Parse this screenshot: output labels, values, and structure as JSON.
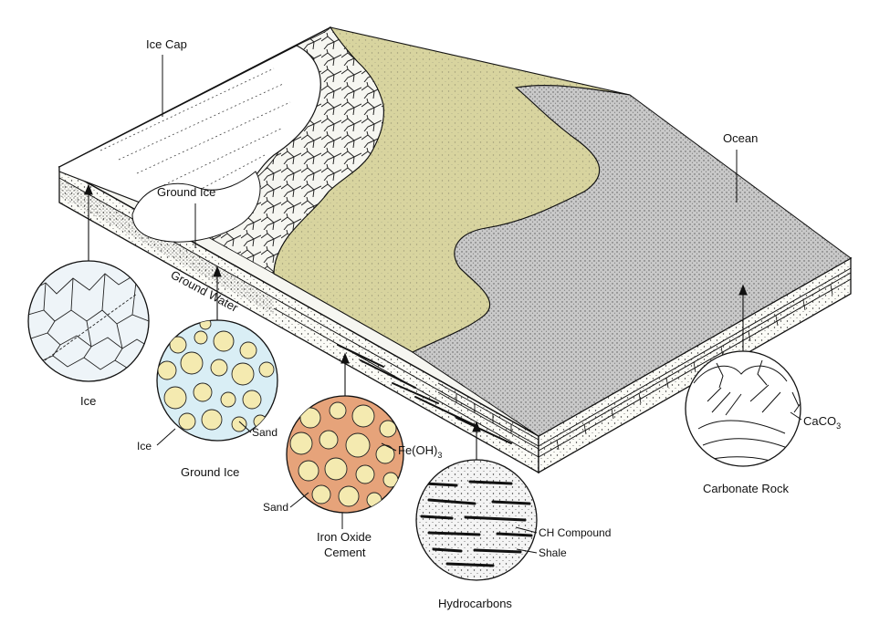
{
  "labels": {
    "ice_cap": "Ice Cap",
    "ocean": "Ocean",
    "ground_ice_block": "Ground Ice",
    "ground_water": "Ground Water",
    "ice_circle": "Ice",
    "ice_in_ground_ice": "Ice",
    "sand_in_ground_ice": "Sand",
    "ground_ice_circle": "Ground Ice",
    "fe_oh3_main": "Fe(OH)",
    "fe_oh3_sub": "3",
    "sand_iron": "Sand",
    "iron_oxide_line1": "Iron Oxide",
    "iron_oxide_line2": "Cement",
    "ch_compound": "CH Compound",
    "shale": "Shale",
    "hydrocarbons": "Hydrocarbons",
    "caco3_main": "CaCO",
    "caco3_sub": "3",
    "carbonate_rock": "Carbonate Rock"
  },
  "colors": {
    "land": "#d8d49f",
    "ocean": "#cfcfcf",
    "ice_fill": "#eef4f8",
    "sand_grain": "#f4eab0",
    "iron_cement": "#e6a37a",
    "ground_ice_bg": "#d9eef5"
  }
}
